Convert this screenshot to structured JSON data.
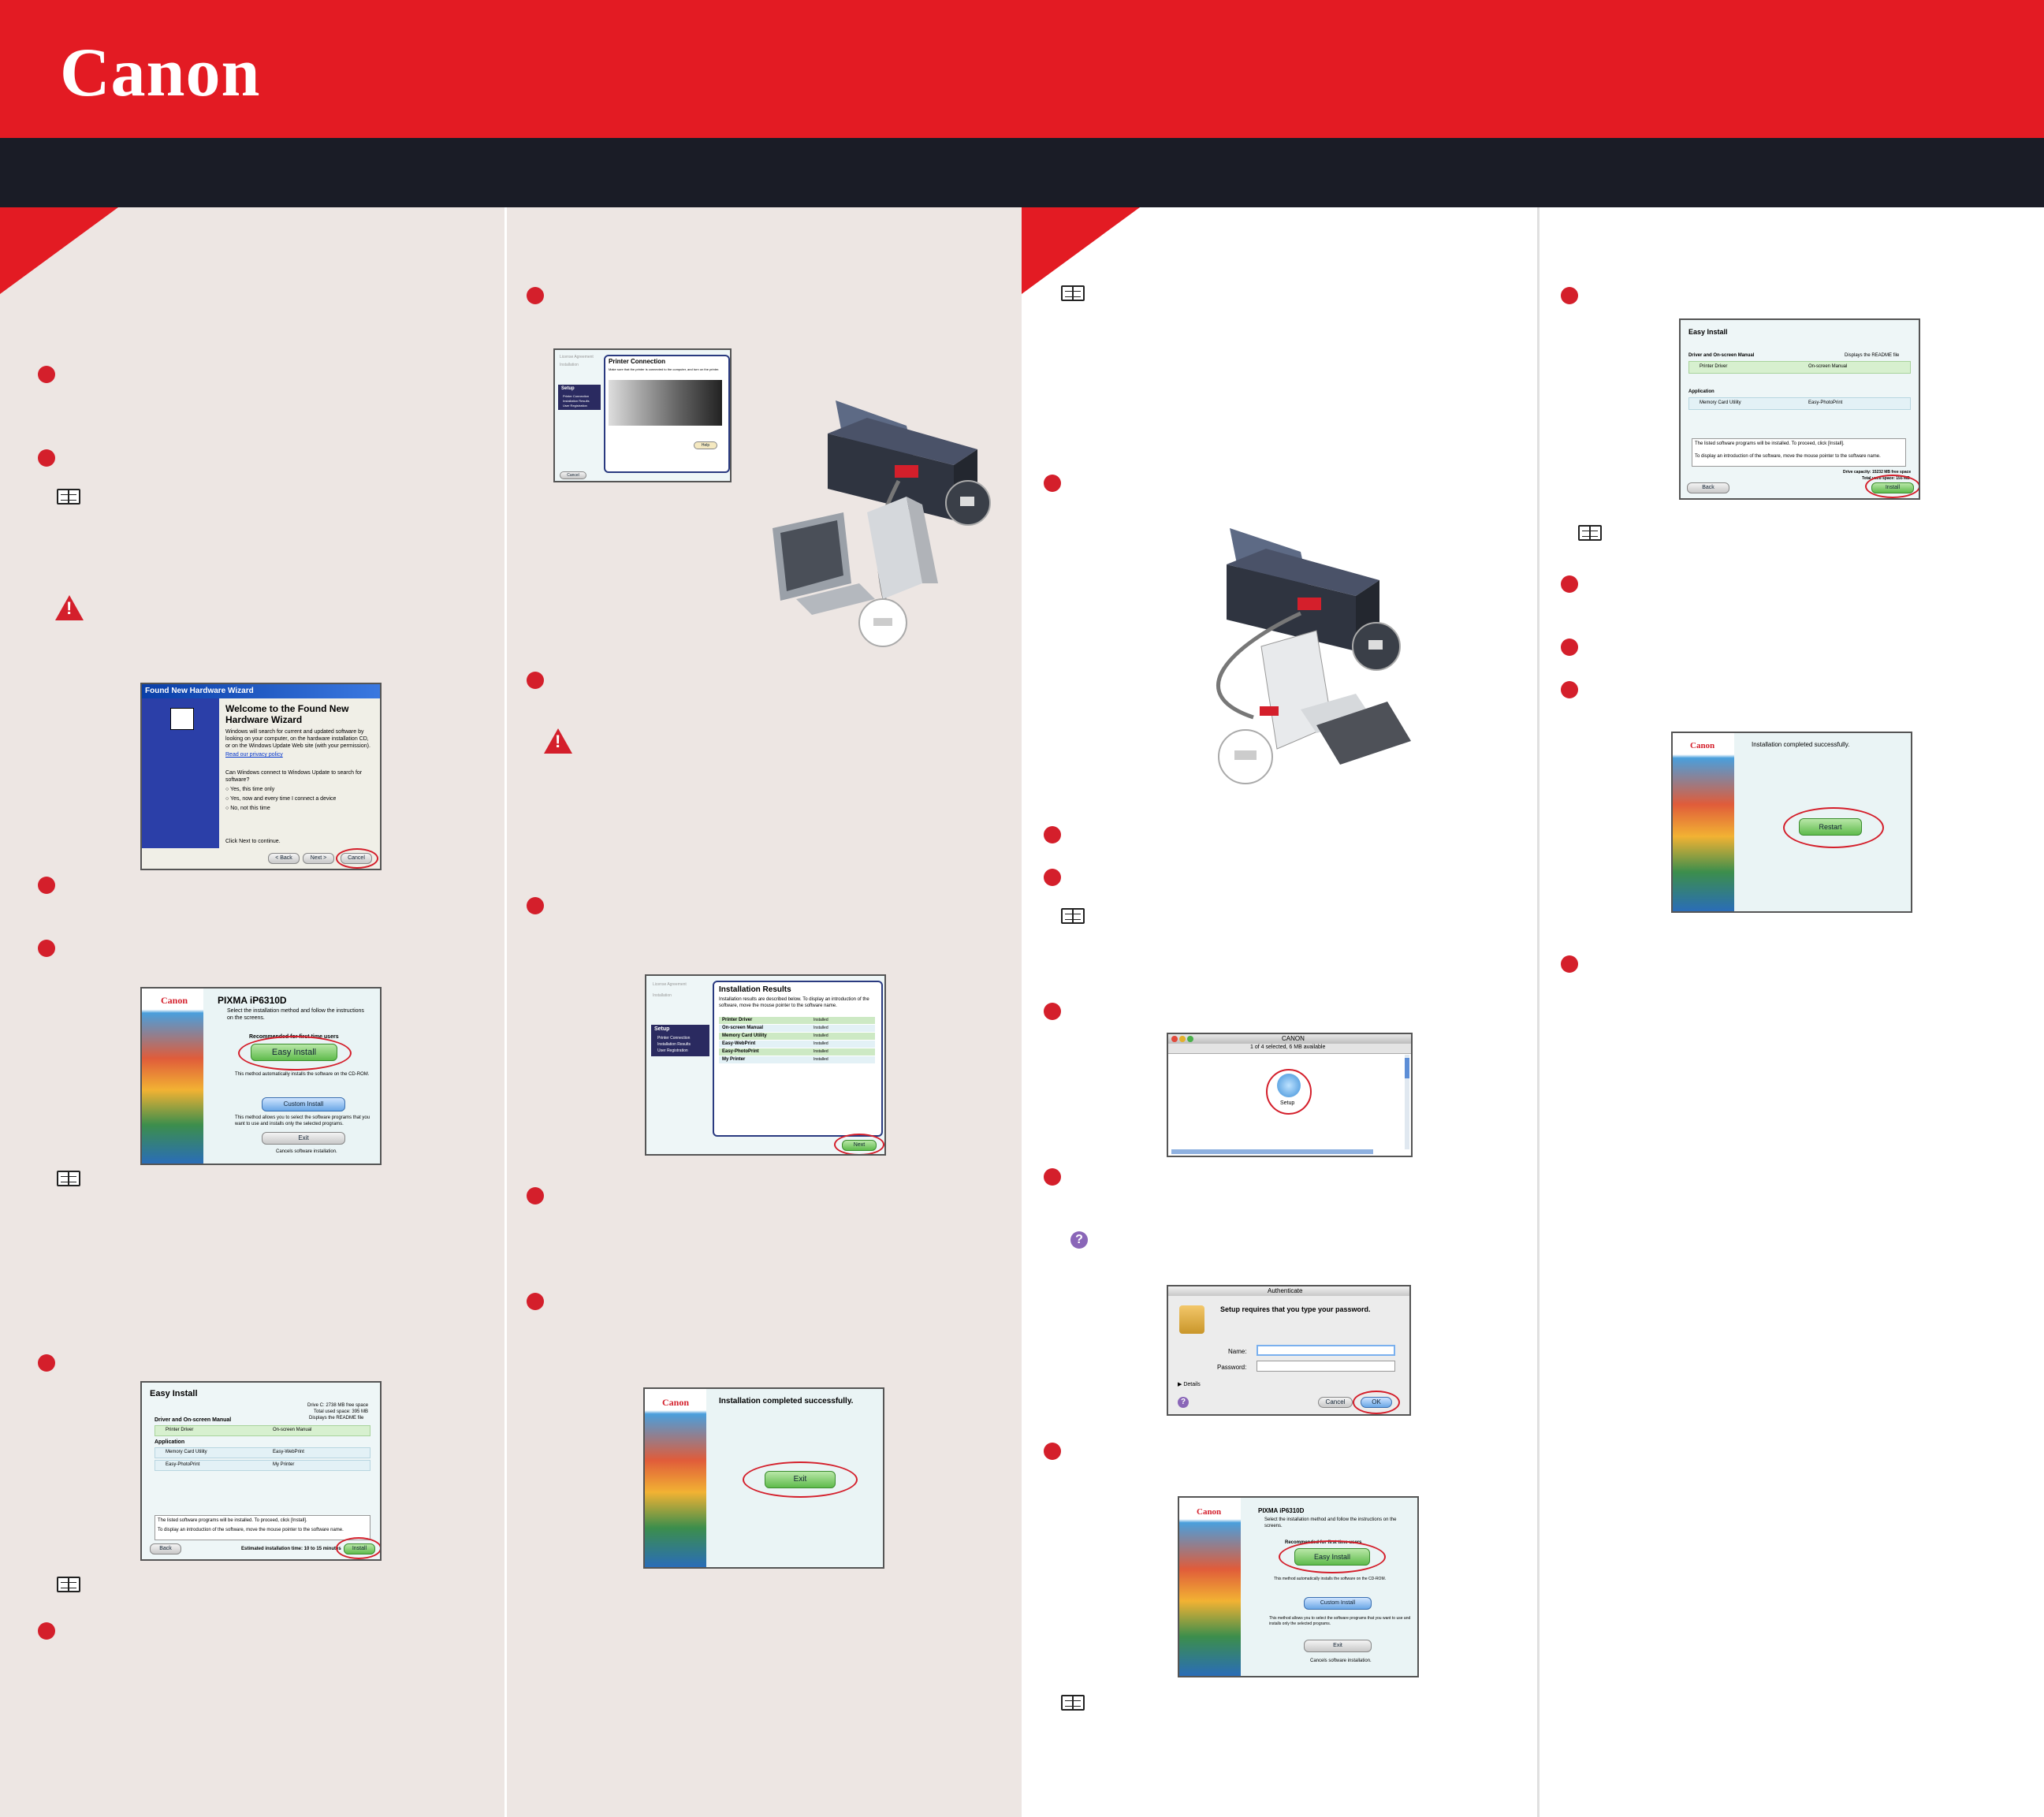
{
  "brand": {
    "logo_text": "Canon",
    "header_color": "#e31b23",
    "subheader_color": "#1a1c26",
    "bullet_color": "#d41f2b"
  },
  "icons": {
    "manual": "book-icon",
    "warning": "warning-triangle-icon",
    "help": "question-icon"
  },
  "warning_glyph": "!",
  "help_glyph": "?",
  "found_hw": {
    "title": "Found New Hardware Wizard",
    "heading": "Welcome to the Found New Hardware Wizard",
    "body": "Windows will search for current and updated software by looking on your computer, on the hardware installation CD, or on the Windows Update Web site (with your permission).",
    "privacy": "Read our privacy policy",
    "question": "Can Windows connect to Windows Update to search for software?",
    "options": [
      "Yes, this time only",
      "Yes, now and every time I connect a device",
      "No, not this time"
    ],
    "footer": "Click Next to continue.",
    "back": "< Back",
    "next": "Next >",
    "cancel": "Cancel"
  },
  "pixma_menu": {
    "brand": "Canon",
    "model": "PIXMA iP6310D",
    "instruction": "Select the installation method and follow the instructions on the screens.",
    "recommended": "Recommended for first time users",
    "easy_install": "Easy Install",
    "easy_desc": "This method automatically installs the software on the CD-ROM.",
    "custom_install": "Custom Install",
    "custom_desc": "This method allows you to select the software programs that you want to use and installs only the selected programs.",
    "exit": "Exit",
    "exit_desc": "Cancels software installation."
  },
  "easy_install_win": {
    "title": "Easy Install",
    "disk": "Drive C: 2738 MB free space",
    "total": "Total used space: 395 MB",
    "readme": "Displays the README file",
    "group1": "Driver and On-screen Manual",
    "group2": "Application",
    "items": [
      "Printer Driver",
      "On-screen Manual",
      "Memory Card Utility",
      "Easy-WebPrint",
      "Easy-PhotoPrint",
      "My Printer"
    ],
    "note1": "The listed software programs will be installed. To proceed, click [Install].",
    "note2": "To display an introduction of the software, move the mouse pointer to the software name.",
    "estimated": "Estimated installation time: 10 to 15 minutes",
    "back": "Back",
    "install": "Install"
  },
  "printer_connection": {
    "title": "Printer Connection",
    "body": "Make sure that the printer is connected to the computer, and turn on the printer.",
    "steps": [
      "License Agreement",
      "Installation",
      "Setup"
    ],
    "substeps": [
      "Printer Connection",
      "Installation Results",
      "User Registration"
    ],
    "help": "Help",
    "cancel": "Cancel"
  },
  "install_results": {
    "title": "Installation Results",
    "body": "Installation results are described below. To display an introduction of the software, move the mouse pointer to the software name.",
    "steps": [
      "License Agreement",
      "Installation",
      "Setup"
    ],
    "substeps": [
      "Printer Connection",
      "Installation Results",
      "User Registration"
    ],
    "items": [
      "Printer Driver",
      "On-screen Manual",
      "Memory Card Utility",
      "Easy-WebPrint",
      "Easy-PhotoPrint",
      "My Printer"
    ],
    "status": "Installed",
    "next": "Next"
  },
  "completed_win": {
    "brand": "Canon",
    "message": "Installation completed successfully.",
    "exit": "Exit"
  },
  "mac_finder": {
    "title": "CANON",
    "status": "1 of 4 selected, 6 MB available",
    "item": "Setup"
  },
  "mac_auth": {
    "title": "Authenticate",
    "message": "Setup requires that you type your password.",
    "name_label": "Name:",
    "password_label": "Password:",
    "details": "Details",
    "cancel": "Cancel",
    "ok": "OK"
  },
  "mac_menu": {
    "brand": "Canon",
    "model": "PIXMA iP6310D",
    "instruction": "Select the installation method and follow the instructions on the screens.",
    "recommended": "Recommended for first time users",
    "easy_install": "Easy Install",
    "easy_desc": "This method automatically installs the software on the CD-ROM.",
    "custom_install": "Custom Install",
    "custom_desc": "This method allows you to select the software programs that you want to use and installs only the selected programs.",
    "exit": "Exit",
    "exit_desc": "Cancels software installation."
  },
  "mac_easy": {
    "title": "Easy Install",
    "group1": "Driver and On-screen Manual",
    "readme": "Displays the README file",
    "group2": "Application",
    "items": [
      "Printer Driver",
      "On-screen Manual",
      "Memory Card Utility",
      "Easy-PhotoPrint"
    ],
    "note1": "The listed software programs will be installed. To proceed, click [Install].",
    "note2": "To display an introduction of the software, move the mouse pointer to the software name.",
    "disk": "Drive capacity: 15232 MB free space",
    "total": "Total used space: 155 MB",
    "back": "Back",
    "install": "Install"
  },
  "mac_completed": {
    "brand": "Canon",
    "message": "Installation completed successfully.",
    "restart": "Restart"
  }
}
